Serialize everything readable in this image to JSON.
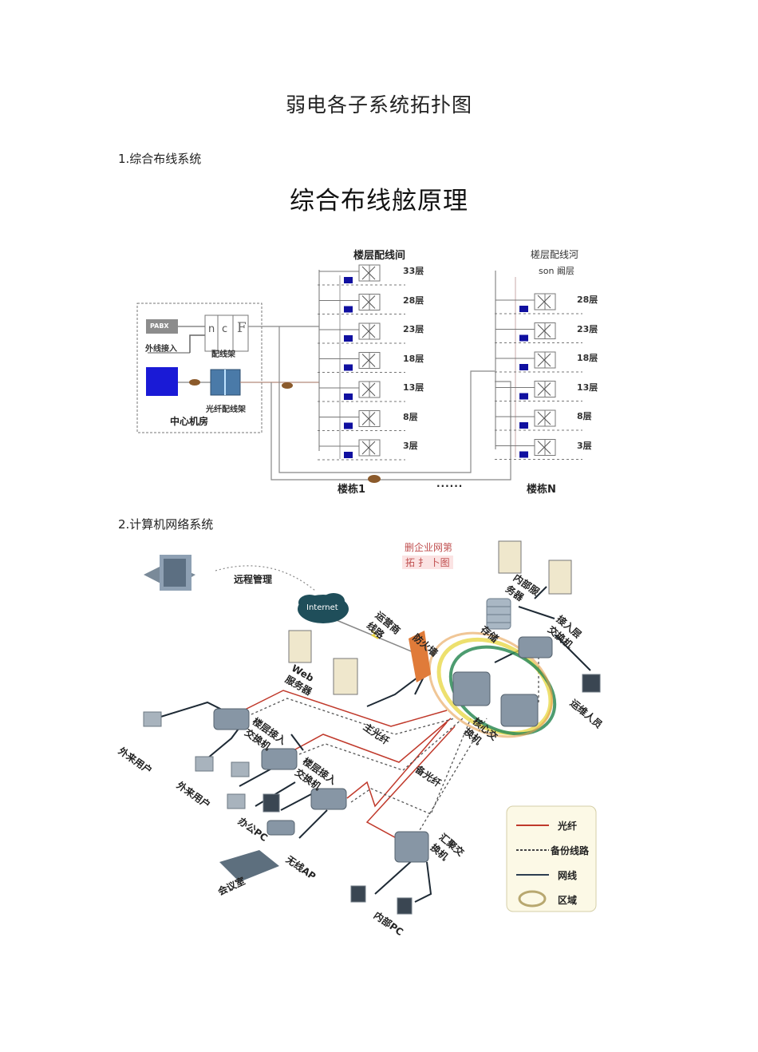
{
  "document": {
    "title": "弱电各子系统拓扑图"
  },
  "sections": [
    {
      "heading": "1.综合布线系统",
      "figure": {
        "title": "综合布线舷原理",
        "center_room": {
          "label": "中心机房",
          "pabx": "PABX",
          "external_line": "外线接入",
          "patch_panel": "配线架",
          "patch_panel_glyphs": [
            "n",
            "c",
            "F"
          ],
          "fiber_panel": "光纤配线架"
        },
        "building_1": {
          "header": "楼层配线间",
          "floors": [
            "33层",
            "28层",
            "23层",
            "18层",
            "13层",
            "8层",
            "3层"
          ],
          "label": "楼栋1"
        },
        "ellipsis": "......",
        "building_n": {
          "header": "槎层配线河",
          "subheader": "son 阚层",
          "floors": [
            "28层",
            "23层",
            "18层",
            "13层",
            "8层",
            "3层"
          ],
          "label": "楼栋N"
        }
      }
    },
    {
      "heading": "2.计算机网络系统",
      "figure": {
        "title_lines": [
          "删企业网第",
          "拓 扌 卜图"
        ],
        "nodes": {
          "remote_mgmt": "远程管理",
          "internet": "Internet",
          "isp_line": "运营商线路",
          "firewall": "防火墙",
          "web_server": "Web服务器",
          "internal_server": "内部服务器",
          "storage": "存储",
          "access_switch": "接入层交换机",
          "ops_staff": "运维人员",
          "core_switch": "核心交换机",
          "main_fiber": "主光纤",
          "backup_fiber": "备光纤",
          "floor_switch_1": "楼层接入交换机",
          "floor_switch_2": "楼层接入交换机",
          "guest_user_1": "外来用户",
          "guest_user_2": "外来用户",
          "office_pc": "办公PC",
          "wireless_ap": "无线AP",
          "meeting_room": "会议室",
          "aggregation_switch": "汇聚交换机",
          "internal_pc": "内部PC"
        },
        "legend": [
          {
            "label": "光纤",
            "style": "solid",
            "color": "#c0392b"
          },
          {
            "label": "备份线路",
            "style": "dashed",
            "color": "#444444"
          },
          {
            "label": "网线",
            "style": "solid",
            "color": "#2c3e50"
          },
          {
            "label": "区域",
            "style": "ring",
            "color": "#c8b560"
          }
        ]
      }
    }
  ]
}
